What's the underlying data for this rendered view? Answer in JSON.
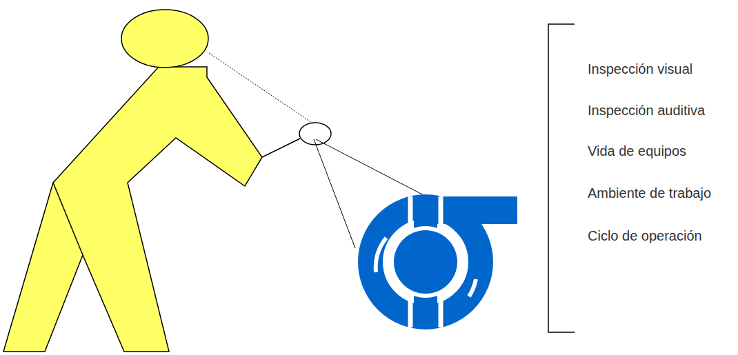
{
  "diagram": {
    "labels": [
      "Inspección visual",
      "Inspección auditiva",
      "Vida de equipos",
      "Ambiente de trabajo",
      "Ciclo de operación"
    ]
  }
}
